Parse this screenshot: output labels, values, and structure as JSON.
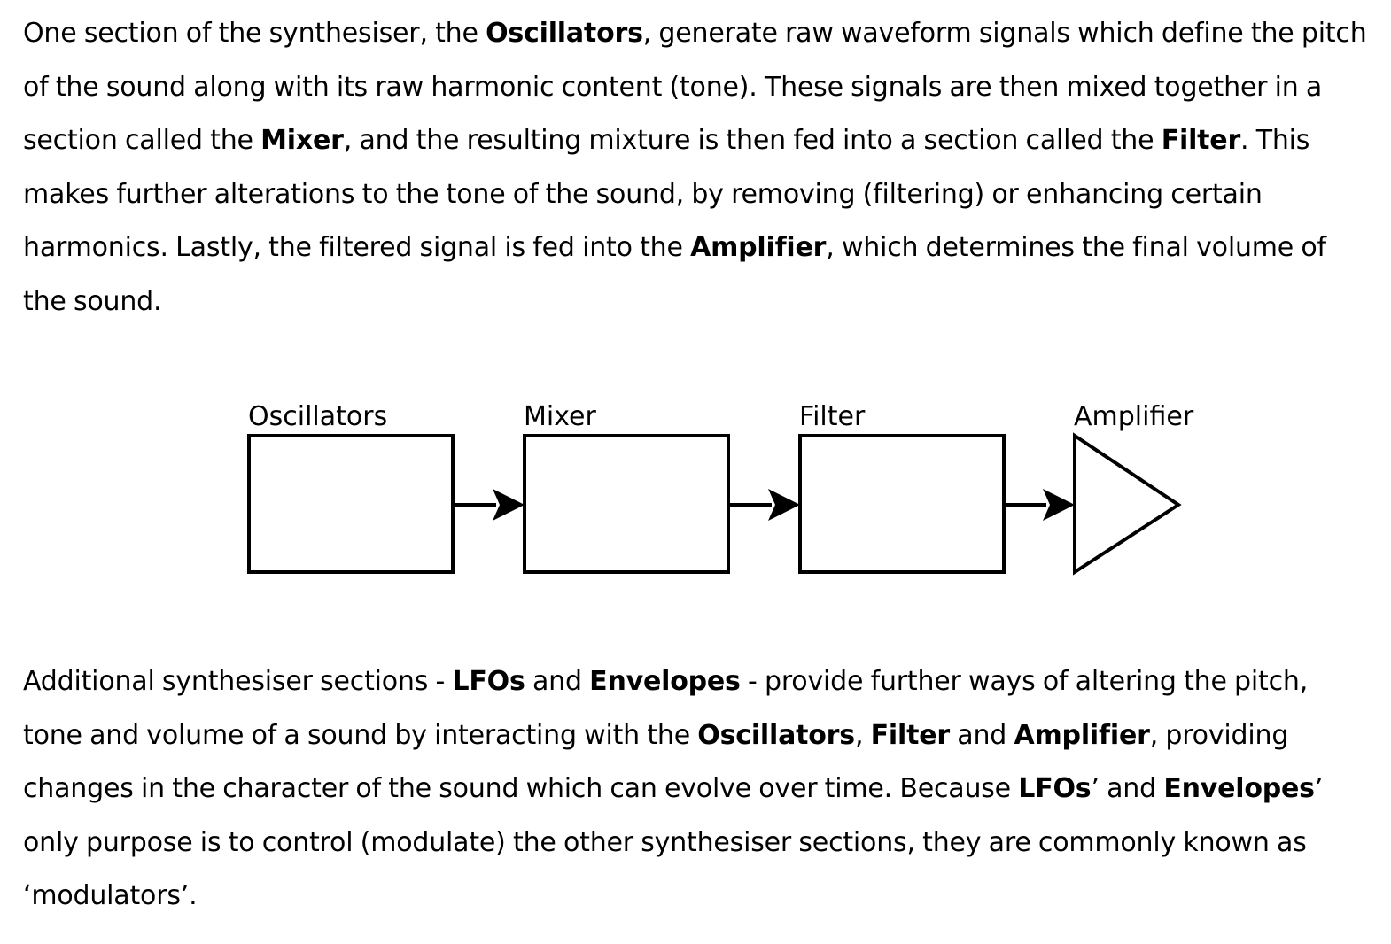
{
  "paragraph_1": [
    {
      "text": "One section of the synthesiser, the ",
      "bold": false
    },
    {
      "text": "Oscillators",
      "bold": true
    },
    {
      "text": ", generate raw waveform signals which define the pitch of the sound along with its raw harmonic content (tone). These signals are then mixed together in a section called the ",
      "bold": false
    },
    {
      "text": "Mixer",
      "bold": true
    },
    {
      "text": ", and the resulting mixture is then fed into a section called the ",
      "bold": false
    },
    {
      "text": "Filter",
      "bold": true
    },
    {
      "text": ". This makes further alterations to the tone of the sound, by removing (filtering) or enhancing certain harmonics. Lastly, the filtered signal is fed into the ",
      "bold": false
    },
    {
      "text": "Amplifier",
      "bold": true
    },
    {
      "text": ", which determines the final volume of the sound.",
      "bold": false
    }
  ],
  "diagram": {
    "stages": [
      {
        "label": "Oscillators",
        "shape": "box"
      },
      {
        "label": "Mixer",
        "shape": "box"
      },
      {
        "label": "Filter",
        "shape": "box"
      },
      {
        "label": "Amplifier",
        "shape": "triangle"
      }
    ]
  },
  "paragraph_2": [
    {
      "text": "Additional synthesiser sections - ",
      "bold": false
    },
    {
      "text": "LFOs",
      "bold": true
    },
    {
      "text": " and ",
      "bold": false
    },
    {
      "text": "Envelopes",
      "bold": true
    },
    {
      "text": " - provide further ways of altering the pitch, tone and volume of a sound by interacting with the ",
      "bold": false
    },
    {
      "text": "Oscillators",
      "bold": true
    },
    {
      "text": ", ",
      "bold": false
    },
    {
      "text": "Filter",
      "bold": true
    },
    {
      "text": " and ",
      "bold": false
    },
    {
      "text": "Amplifier",
      "bold": true
    },
    {
      "text": ", providing changes in the character of the sound which can evolve over time. Because ",
      "bold": false
    },
    {
      "text": "LFOs",
      "bold": true
    },
    {
      "text": "’ and ",
      "bold": false
    },
    {
      "text": "Envelopes",
      "bold": true
    },
    {
      "text": "’ only purpose is to control (modulate) the other synthesiser sections, they are commonly known as ‘modulators’.",
      "bold": false
    }
  ]
}
